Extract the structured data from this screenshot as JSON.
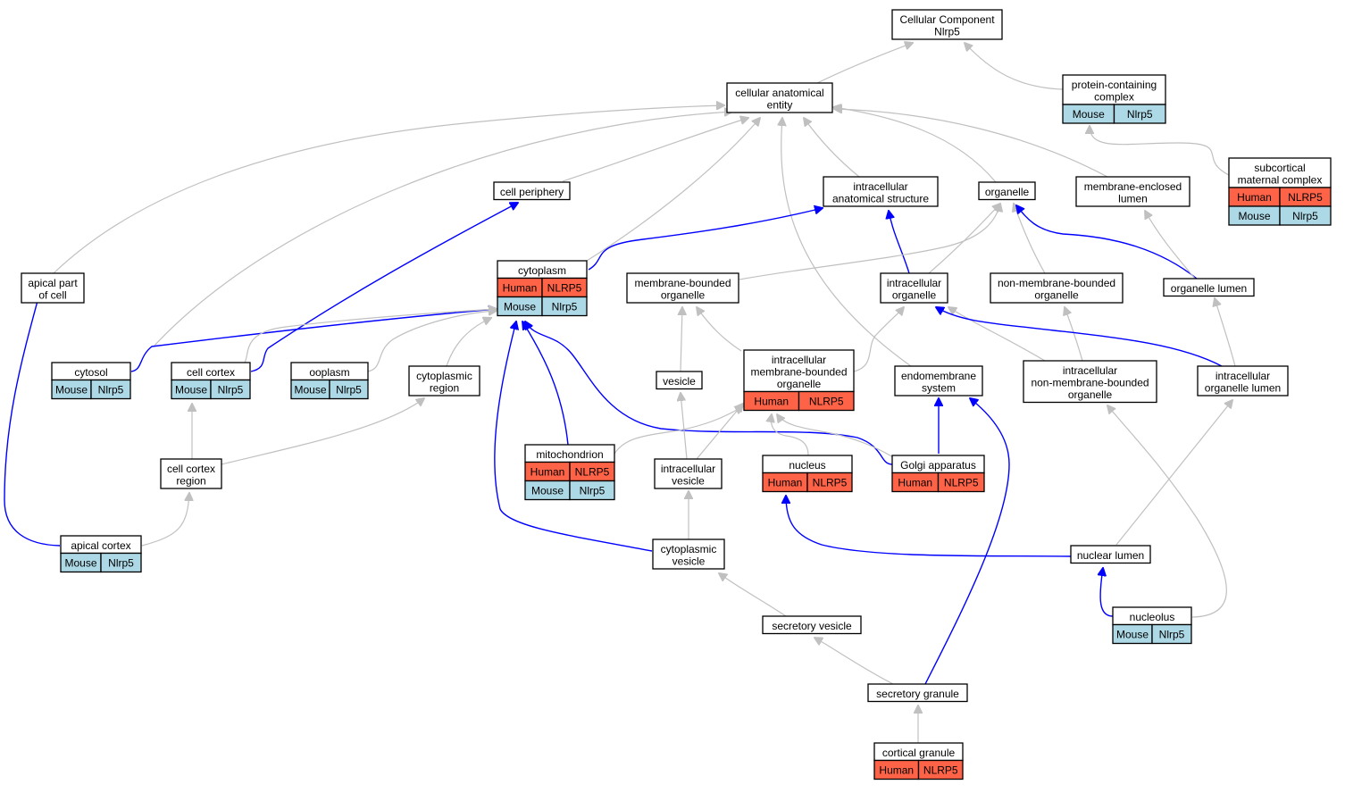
{
  "colors": {
    "human": "#ff6347",
    "mouse": "#add8e6",
    "edge_is_a": "#c0c0c0",
    "edge_part_of": "#0000ff"
  },
  "nodes": [
    {
      "id": "cc",
      "lines": [
        "Cellular Component",
        "Nlrp5"
      ],
      "rows": []
    },
    {
      "id": "cae",
      "lines": [
        "cellular anatomical",
        "entity"
      ],
      "rows": []
    },
    {
      "id": "pcc",
      "lines": [
        "protein-containing",
        "complex"
      ],
      "rows": [
        [
          "Mouse",
          "Nlrp5"
        ]
      ]
    },
    {
      "id": "smc",
      "lines": [
        "subcortical",
        "maternal complex"
      ],
      "rows": [
        [
          "Human",
          "NLRP5"
        ],
        [
          "Mouse",
          "Nlrp5"
        ]
      ]
    },
    {
      "id": "cper",
      "lines": [
        "cell periphery"
      ],
      "rows": []
    },
    {
      "id": "ias",
      "lines": [
        "intracellular",
        "anatomical structure"
      ],
      "rows": []
    },
    {
      "id": "org",
      "lines": [
        "organelle"
      ],
      "rows": []
    },
    {
      "id": "mel",
      "lines": [
        "membrane-enclosed",
        "lumen"
      ],
      "rows": []
    },
    {
      "id": "apc",
      "lines": [
        "apical part",
        "of cell"
      ],
      "rows": []
    },
    {
      "id": "cyt",
      "lines": [
        "cytoplasm"
      ],
      "rows": [
        [
          "Human",
          "NLRP5"
        ],
        [
          "Mouse",
          "Nlrp5"
        ]
      ]
    },
    {
      "id": "mbo",
      "lines": [
        "membrane-bounded",
        "organelle"
      ],
      "rows": []
    },
    {
      "id": "io",
      "lines": [
        "intracellular",
        "organelle"
      ],
      "rows": []
    },
    {
      "id": "nmbo",
      "lines": [
        "non-membrane-bounded",
        "organelle"
      ],
      "rows": []
    },
    {
      "id": "ol",
      "lines": [
        "organelle lumen"
      ],
      "rows": []
    },
    {
      "id": "cytosol",
      "lines": [
        "cytosol"
      ],
      "rows": [
        [
          "Mouse",
          "Nlrp5"
        ]
      ]
    },
    {
      "id": "ccx",
      "lines": [
        "cell cortex"
      ],
      "rows": [
        [
          "Mouse",
          "Nlrp5"
        ]
      ]
    },
    {
      "id": "oop",
      "lines": [
        "ooplasm"
      ],
      "rows": [
        [
          "Mouse",
          "Nlrp5"
        ]
      ]
    },
    {
      "id": "cr",
      "lines": [
        "cytoplasmic",
        "region"
      ],
      "rows": []
    },
    {
      "id": "ves",
      "lines": [
        "vesicle"
      ],
      "rows": []
    },
    {
      "id": "imbo",
      "lines": [
        "intracellular",
        "membrane-bounded",
        "organelle"
      ],
      "rows": [
        [
          "Human",
          "NLRP5"
        ]
      ]
    },
    {
      "id": "ems",
      "lines": [
        "endomembrane",
        "system"
      ],
      "rows": []
    },
    {
      "id": "inmbo",
      "lines": [
        "intracellular",
        "non-membrane-bounded",
        "organelle"
      ],
      "rows": []
    },
    {
      "id": "iol",
      "lines": [
        "intracellular",
        "organelle lumen"
      ],
      "rows": []
    },
    {
      "id": "ccr",
      "lines": [
        "cell cortex",
        "region"
      ],
      "rows": []
    },
    {
      "id": "mito",
      "lines": [
        "mitochondrion"
      ],
      "rows": [
        [
          "Human",
          "NLRP5"
        ],
        [
          "Mouse",
          "Nlrp5"
        ]
      ]
    },
    {
      "id": "iv",
      "lines": [
        "intracellular",
        "vesicle"
      ],
      "rows": []
    },
    {
      "id": "nuc",
      "lines": [
        "nucleus"
      ],
      "rows": [
        [
          "Human",
          "NLRP5"
        ]
      ]
    },
    {
      "id": "golgi",
      "lines": [
        "Golgi apparatus"
      ],
      "rows": [
        [
          "Human",
          "NLRP5"
        ]
      ]
    },
    {
      "id": "acx",
      "lines": [
        "apical cortex"
      ],
      "rows": [
        [
          "Mouse",
          "Nlrp5"
        ]
      ]
    },
    {
      "id": "cv",
      "lines": [
        "cytoplasmic",
        "vesicle"
      ],
      "rows": []
    },
    {
      "id": "nl",
      "lines": [
        "nuclear lumen"
      ],
      "rows": []
    },
    {
      "id": "ncl",
      "lines": [
        "nucleolus"
      ],
      "rows": [
        [
          "Mouse",
          "Nlrp5"
        ]
      ]
    },
    {
      "id": "sv",
      "lines": [
        "secretory vesicle"
      ],
      "rows": []
    },
    {
      "id": "sg",
      "lines": [
        "secretory granule"
      ],
      "rows": []
    },
    {
      "id": "cg",
      "lines": [
        "cortical granule"
      ],
      "rows": [
        [
          "Human",
          "NLRP5"
        ]
      ]
    }
  ]
}
